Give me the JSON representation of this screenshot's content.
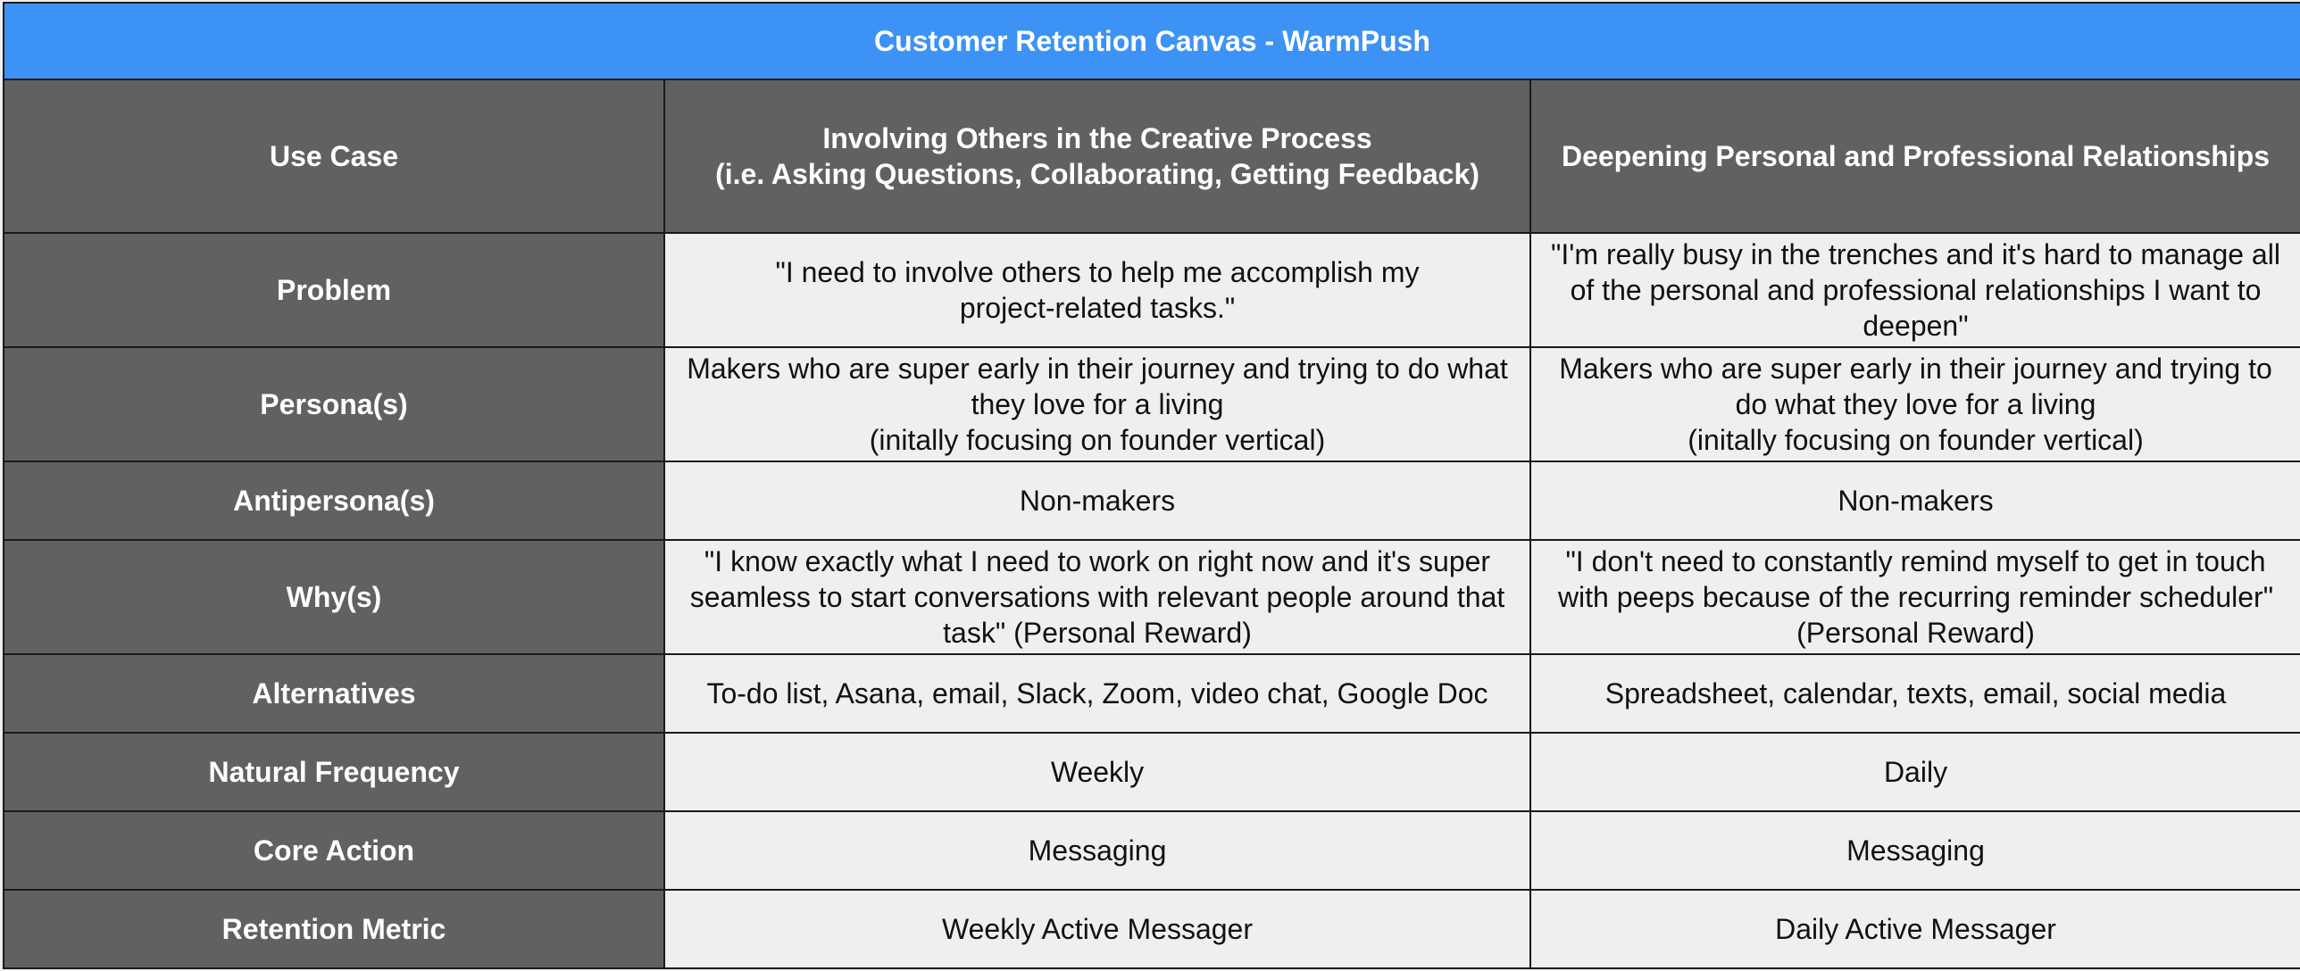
{
  "sheet": {
    "title": "Customer Retention Canvas - WarmPush",
    "columns": [
      "Use Case",
      "Involving Others in the Creative Process\n(i.e. Asking Questions, Collaborating, Getting Feedback)",
      "Deepening Personal and Professional Relationships"
    ],
    "rows": [
      {
        "label": "Problem",
        "values": [
          "\"I need to involve others to help me accomplish my\nproject-related tasks.\"",
          "\"I'm really busy in the trenches and it's hard to manage all\nof the personal and professional relationships I want to\ndeepen\""
        ]
      },
      {
        "label": "Persona(s)",
        "values": [
          "Makers who are super early in their journey and trying to do what\nthey love for a living\n(initally focusing on founder vertical)",
          "Makers who are super early in their journey and trying to\ndo what they love for a living\n(initally focusing on founder vertical)"
        ]
      },
      {
        "label": "Antipersona(s)",
        "values": [
          "Non-makers",
          "Non-makers"
        ]
      },
      {
        "label": "Why(s)",
        "values": [
          "\"I know exactly what I need to work on right now and it's super\nseamless to start conversations with relevant people around that\ntask\" (Personal Reward)",
          "\"I don't need to constantly remind myself to get in touch\nwith peeps because of the recurring reminder scheduler\"\n(Personal Reward)"
        ]
      },
      {
        "label": "Alternatives",
        "values": [
          "To-do list, Asana, email, Slack, Zoom, video chat, Google Doc",
          "Spreadsheet, calendar, texts, email, social media"
        ]
      },
      {
        "label": "Natural Frequency",
        "values": [
          "Weekly",
          "Daily"
        ]
      },
      {
        "label": "Core Action",
        "values": [
          "Messaging",
          "Messaging"
        ]
      },
      {
        "label": "Retention Metric",
        "values": [
          "Weekly Active Messager",
          "Daily Active Messager"
        ]
      }
    ]
  }
}
